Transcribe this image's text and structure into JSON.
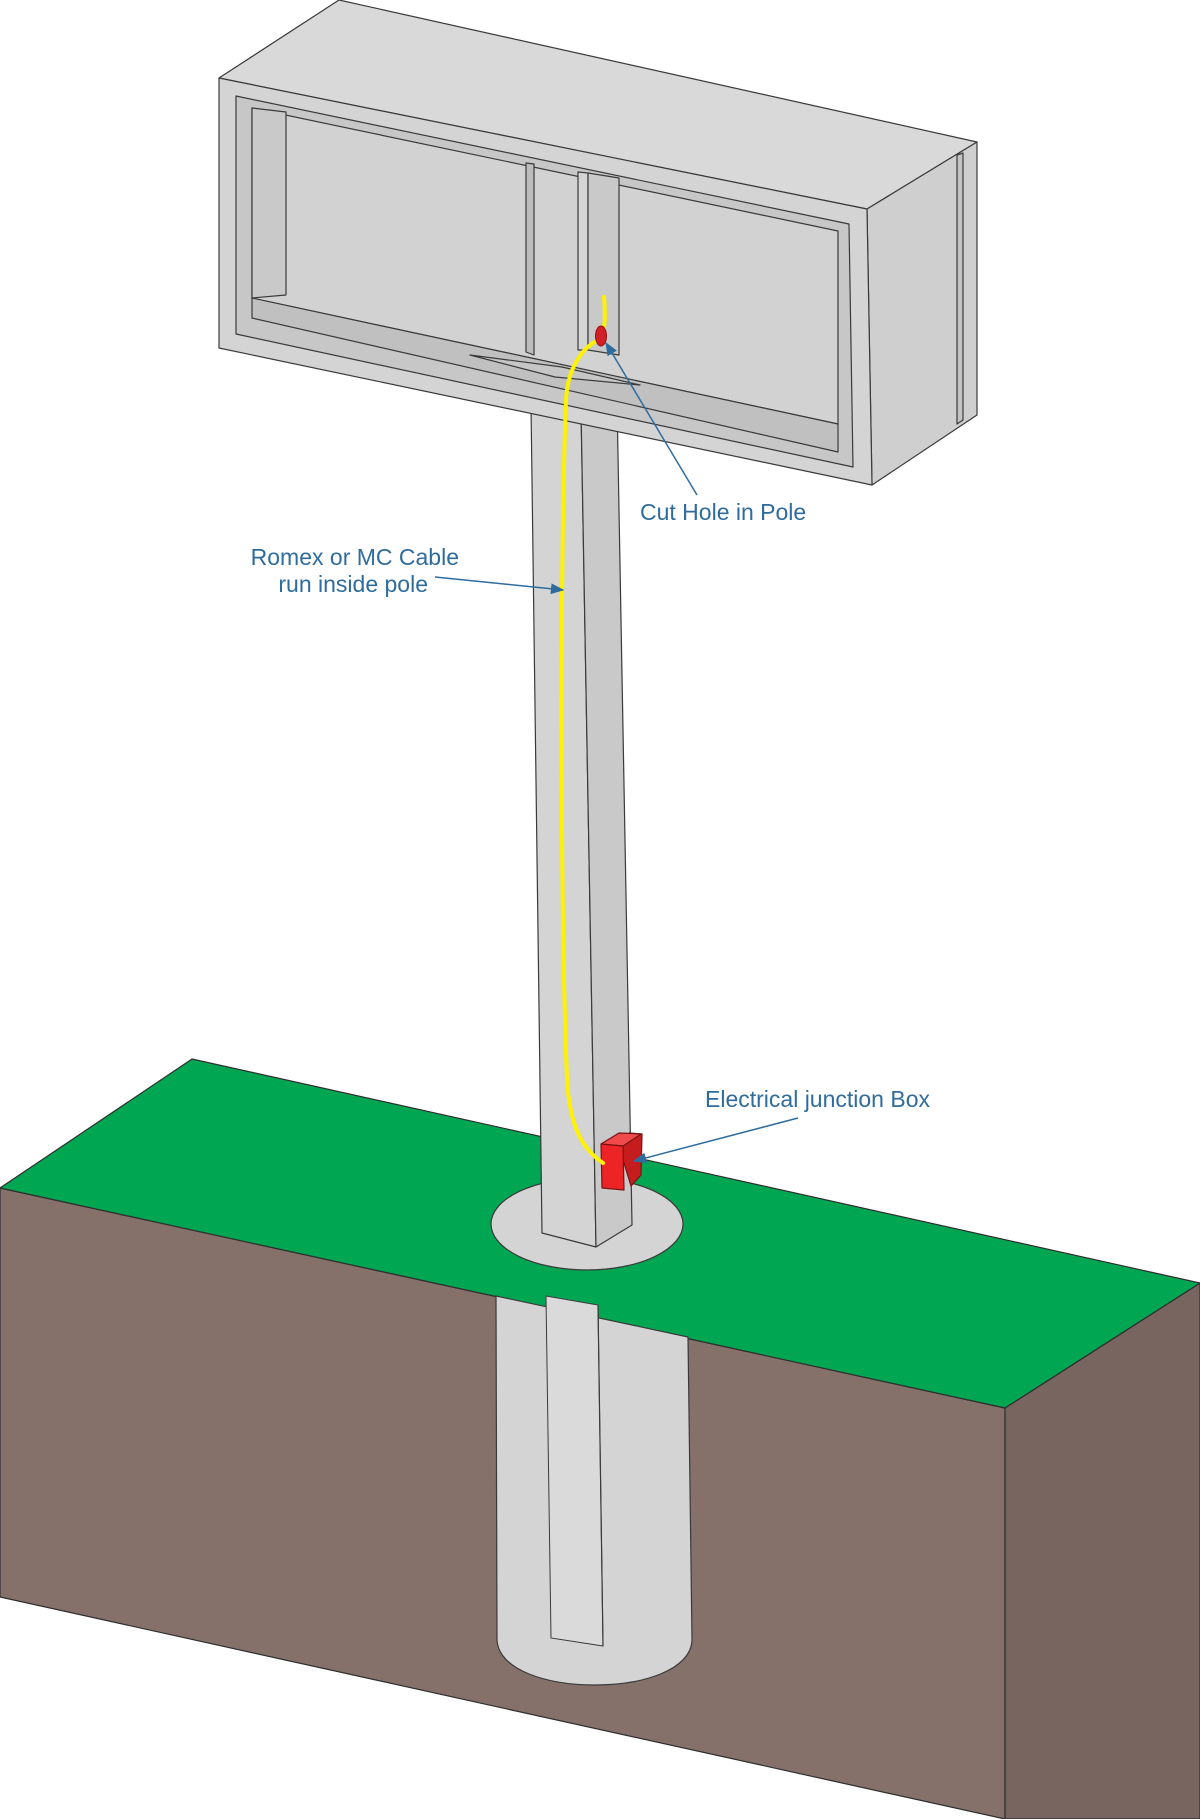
{
  "labels": {
    "cut_hole": "Cut Hole in Pole",
    "cable_line1": "Romex or MC Cable",
    "cable_line2": "run inside pole",
    "junction_box": "Electrical junction Box"
  },
  "colors": {
    "label_text": "#2f6c9e",
    "grass": "#00a651",
    "soil": "#85706a",
    "metal": "#d4d4d5",
    "outline": "#3a3a3a",
    "cable": "#fff200",
    "junction_box": "#ec2426",
    "hole": "#d31f26"
  }
}
